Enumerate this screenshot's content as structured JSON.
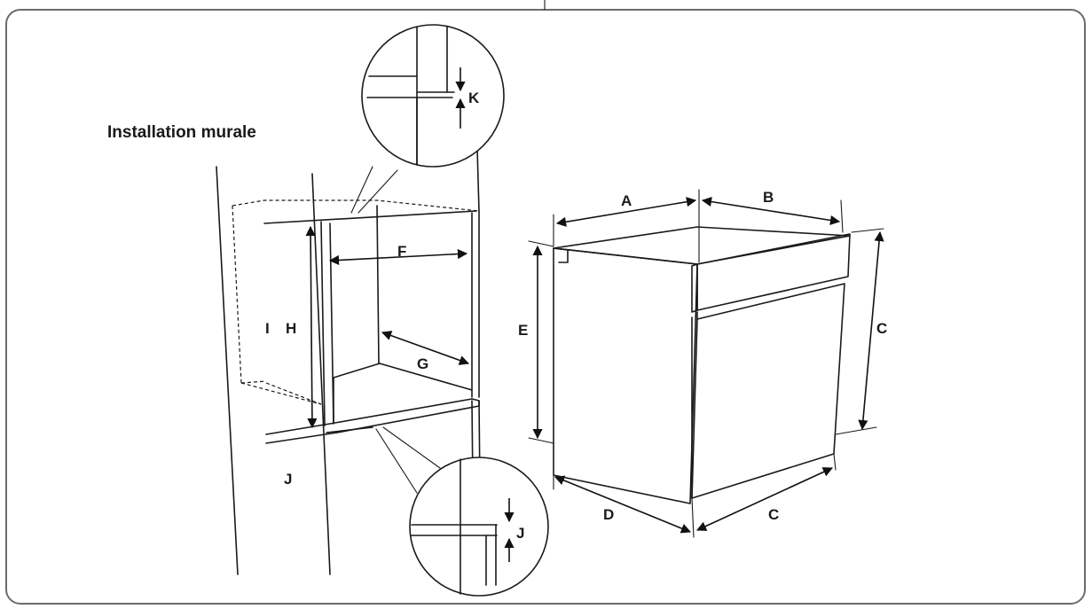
{
  "title": "Installation murale",
  "labels": {
    "a": "A",
    "b": "B",
    "c_side": "C",
    "c_bottom": "C",
    "d": "D",
    "e": "E",
    "f": "F",
    "g": "G",
    "h": "H",
    "i": "I",
    "j_wall": "J",
    "j_zoom": "J",
    "k": "K"
  }
}
